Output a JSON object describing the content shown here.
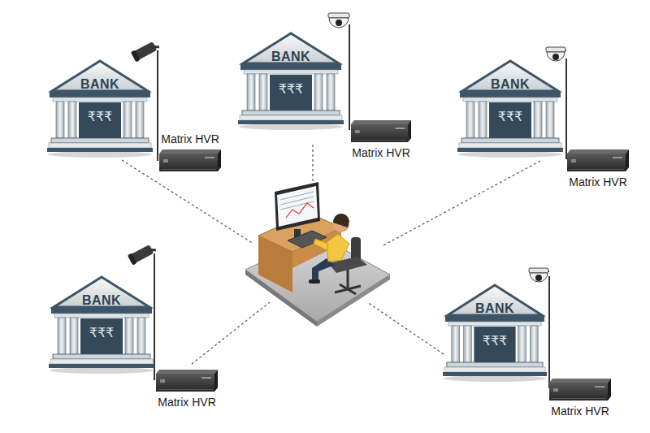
{
  "diagram": {
    "nodes": [
      {
        "text": [
          "BANK",
          "₹₹₹"
        ]
      },
      {
        "text": [
          "Matrix HVR"
        ]
      },
      {
        "text": [
          "BANK",
          "₹₹₹"
        ]
      },
      {
        "text": [
          "Matrix HVR"
        ]
      },
      {
        "text": [
          "BANK",
          "₹₹₹"
        ]
      },
      {
        "text": [
          "Matrix HVR"
        ]
      },
      {
        "text": [
          "BANK",
          "₹₹₹"
        ]
      },
      {
        "text": [
          "Matrix HVR"
        ]
      },
      {
        "text": [
          "BANK",
          "₹₹₹"
        ]
      },
      {
        "text": [
          "Matrix HVR"
        ]
      }
    ]
  }
}
